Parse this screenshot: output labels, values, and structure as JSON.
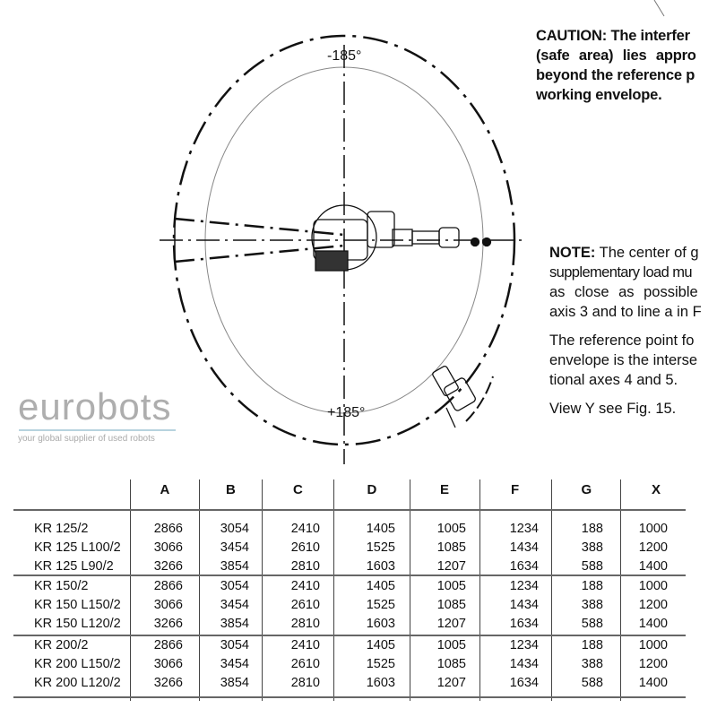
{
  "diagram": {
    "angle_top": "-185°",
    "angle_bottom": "+185°"
  },
  "caution": {
    "lines": [
      "CAUTION: The interfer",
      "(safe area) lies appro",
      "beyond the reference p",
      "working envelope."
    ]
  },
  "note": {
    "lines": [
      "NOTE: The center of g",
      "supplementary load mu",
      "as close as possible",
      "axis 3 and to line a in F"
    ],
    "ref_lines": [
      "The reference point fo",
      "envelope is the interse",
      "tional axes 4 and 5."
    ],
    "view": "View Y see Fig. 15."
  },
  "watermark": {
    "brand": "eurobots",
    "tagline": "your global supplier of used robots"
  },
  "table": {
    "headers": [
      "A",
      "B",
      "C",
      "D",
      "E",
      "F",
      "G",
      "X"
    ],
    "rows": [
      {
        "model": "KR 125/2",
        "values": [
          "2866",
          "3054",
          "2410",
          "1405",
          "1005",
          "1234",
          "188",
          "1000"
        ]
      },
      {
        "model": "KR 125 L100/2",
        "values": [
          "3066",
          "3454",
          "2610",
          "1525",
          "1085",
          "1434",
          "388",
          "1200"
        ]
      },
      {
        "model": "KR 125 L90/2",
        "values": [
          "3266",
          "3854",
          "2810",
          "1603",
          "1207",
          "1634",
          "588",
          "1400"
        ]
      },
      {
        "model": "KR 150/2",
        "values": [
          "2866",
          "3054",
          "2410",
          "1405",
          "1005",
          "1234",
          "188",
          "1000"
        ]
      },
      {
        "model": "KR 150 L150/2",
        "values": [
          "3066",
          "3454",
          "2610",
          "1525",
          "1085",
          "1434",
          "388",
          "1200"
        ]
      },
      {
        "model": "KR 150 L120/2",
        "values": [
          "3266",
          "3854",
          "2810",
          "1603",
          "1207",
          "1634",
          "588",
          "1400"
        ]
      },
      {
        "model": "KR 200/2",
        "values": [
          "2866",
          "3054",
          "2410",
          "1405",
          "1005",
          "1234",
          "188",
          "1000"
        ]
      },
      {
        "model": "KR 200 L150/2",
        "values": [
          "3066",
          "3454",
          "2610",
          "1525",
          "1085",
          "1434",
          "388",
          "1200"
        ]
      },
      {
        "model": "KR 200 L120/2",
        "values": [
          "3266",
          "3854",
          "2810",
          "1603",
          "1207",
          "1634",
          "588",
          "1400"
        ]
      }
    ]
  }
}
